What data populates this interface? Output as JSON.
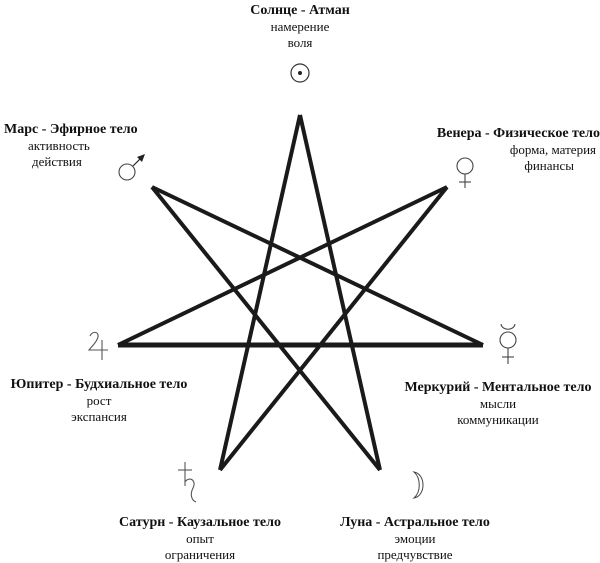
{
  "diagram": {
    "type": "heptagram",
    "line_color": "#1a1a1a",
    "nodes": [
      {
        "id": "sun",
        "planet": "Солнце",
        "body": "Атман",
        "title": "Солнце - Атман",
        "lines": [
          "намерение",
          "воля"
        ],
        "symbol": "sun-icon"
      },
      {
        "id": "venus",
        "planet": "Венера",
        "body": "Физическое тело",
        "title": "Венера - Физическое тело",
        "lines": [
          "форма, материя",
          "финансы"
        ],
        "symbol": "venus-icon"
      },
      {
        "id": "mercury",
        "planet": "Меркурий",
        "body": "Ментальное тело",
        "title": "Меркурий - Ментальное тело",
        "lines": [
          "мысли",
          "коммуникации"
        ],
        "symbol": "mercury-icon"
      },
      {
        "id": "moon",
        "planet": "Луна",
        "body": "Астральное тело",
        "title": "Луна - Астральное тело",
        "lines": [
          "эмоции",
          "предчувствие"
        ],
        "symbol": "moon-icon"
      },
      {
        "id": "saturn",
        "planet": "Сатурн",
        "body": "Каузальное тело",
        "title": "Сатурн - Каузальное тело",
        "lines": [
          "опыт",
          "ограничения"
        ],
        "symbol": "saturn-icon"
      },
      {
        "id": "jupiter",
        "planet": "Юпитер",
        "body": "Будхиальное тело",
        "title": "Юпитер - Будхиальное тело",
        "lines": [
          "рост",
          "экспансия"
        ],
        "symbol": "jupiter-icon"
      },
      {
        "id": "mars",
        "planet": "Марс",
        "body": "Эфирное тело",
        "title": "Марс - Эфирное тело",
        "lines": [
          "активность",
          "действия"
        ],
        "symbol": "mars-icon"
      }
    ]
  }
}
